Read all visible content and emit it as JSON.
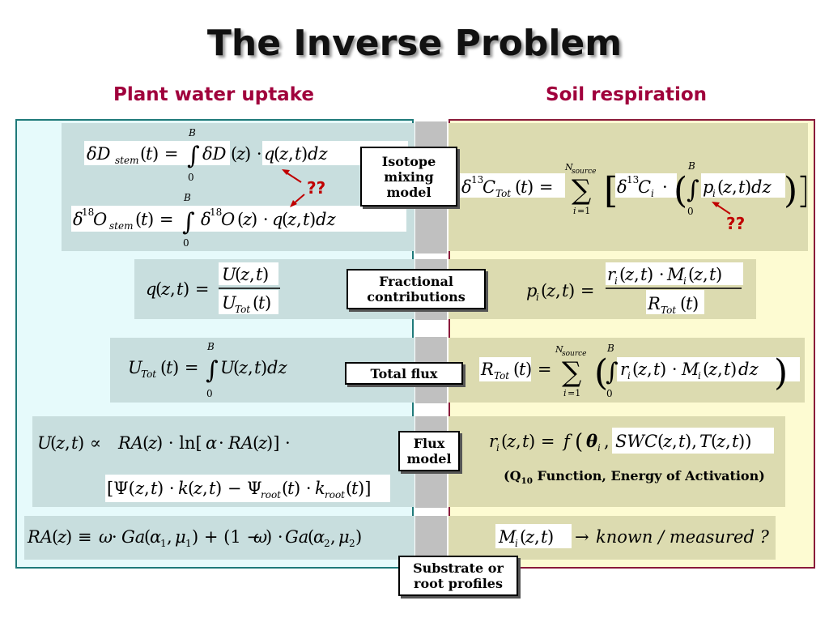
{
  "title": "The Inverse Problem",
  "headers": {
    "left": "Plant water uptake",
    "right": "Soil respiration"
  },
  "labels": {
    "isotope": "Isotope mixing model",
    "fractional": "Fractional contributions",
    "total": "Total flux",
    "flux": "Flux model",
    "substrate": "Substrate or root profiles"
  },
  "unknown_marker": "??",
  "equations": {
    "d_stem": "δD_stem(t) = ∫₀ᴮ δD(z)·q(z,t)dz",
    "o_stem": "δ18O_stem(t) = ∫₀ᴮ δ18O(z)·q(z,t)dz",
    "c_tot": "δ13C_Tot(t) = Σ_{i=1}^{N_source} [ δ13C_i · ( ∫₀ᴮ p_i(z,t)dz ) ]",
    "q": "q(z,t) = U(z,t) / U_Tot(t)",
    "p": "p_i(z,t) = r_i(z,t)·M_i(z,t) / R_Tot(t)",
    "u_tot": "U_Tot(t) = ∫₀ᴮ U(z,t)dz",
    "r_tot": "R_Tot(t) = Σ_{i=1}^{N_source} ( ∫₀ᴮ r_i(z,t)·M_i(z,t)dz )",
    "u_flux": "U(z,t) ∝ RA(z)·ln[α·RA(z)]·",
    "u_flux2": "[Ψ(z,t)·k(z,t) − Ψ_root(t)·k_root(t)]",
    "r_flux": "r_i(z,t) = f(θ_i, SWC(z,t), T(z,t))",
    "ra": "RA(z) ≡ ω·Ga(α1,μ1) + (1−ω)·Ga(α2,μ2)",
    "m": "M_i(z,t) → known / measured ?"
  },
  "note_q10": "(Q10 Function, Energy of Activation)"
}
